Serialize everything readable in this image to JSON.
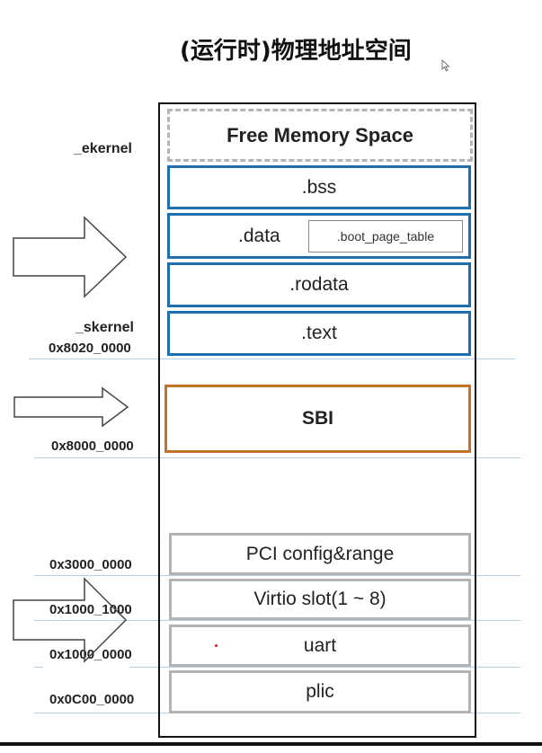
{
  "title": "(运行时)物理地址空间",
  "segments": {
    "free": "Free Memory Space",
    "bss": ".bss",
    "data": ".data",
    "boot_page_table": ".boot_page_table",
    "rodata": ".rodata",
    "text": ".text",
    "sbi": "SBI",
    "pci": "PCI config&range",
    "virtio": "Virtio slot(1 ~ 8)",
    "uart": "uart",
    "plic": "plic"
  },
  "labels": {
    "ekernel": "_ekernel",
    "skernel": "_skernel",
    "addr_80200000": "0x8020_0000",
    "addr_80000000": "0x8000_0000",
    "addr_30000000": "0x3000_0000",
    "addr_10001000": "0x1000_1000",
    "addr_10000000": "0x1000_0000",
    "addr_0c000000": "0x0C00_0000"
  },
  "colors": {
    "kernel_section_border": "#1f6ead",
    "sbi_border": "#c5722a",
    "device_border": "#b3b3b3",
    "free_border": "#b5b5b5"
  }
}
